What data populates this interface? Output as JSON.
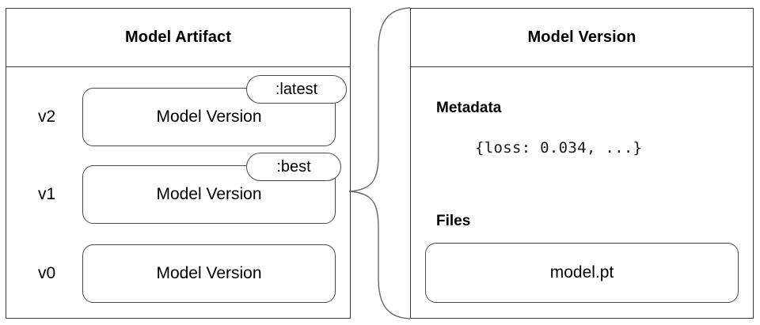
{
  "diagram": {
    "title_hidden": "",
    "artifact_panel": {
      "title": "Model Artifact",
      "versions": [
        {
          "version_label": "v2",
          "box_label": "Model Version",
          "tag": ":latest"
        },
        {
          "version_label": "v1",
          "box_label": "Model Version",
          "tag": ":best"
        },
        {
          "version_label": "v0",
          "box_label": "Model Version",
          "tag": ""
        }
      ]
    },
    "version_panel": {
      "title": "Model Version",
      "metadata_heading": "Metadata",
      "metadata_value": "{loss: 0.034, ...}",
      "files_heading": "Files",
      "files": [
        {
          "name": "model.pt"
        }
      ]
    },
    "connector": {
      "from": "v1",
      "to": "Model Version detail panel",
      "style": "curly-brace"
    },
    "colors": {
      "panel_border": "#3a3a3a",
      "box_border": "#4a4a4a",
      "background": "#ffffff",
      "text": "#000000",
      "mono_text": "#1a1a1a"
    }
  }
}
